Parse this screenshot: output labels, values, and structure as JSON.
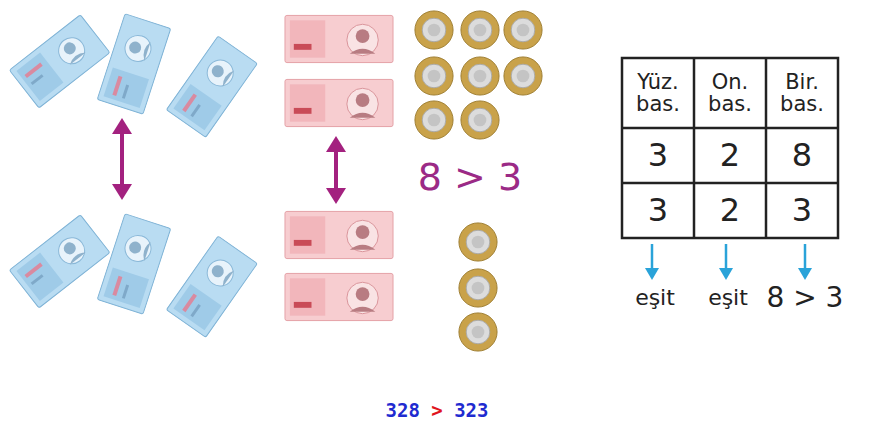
{
  "diagram": {
    "caption": "328 > 323",
    "labels": [
      "8 > 3",
      "Yüz. bas.",
      "On. bas.",
      "Bir. bas.",
      "3",
      "2",
      "8",
      "3",
      "2",
      "3",
      "eşit",
      "eşit",
      "8 > 3"
    ]
  }
}
